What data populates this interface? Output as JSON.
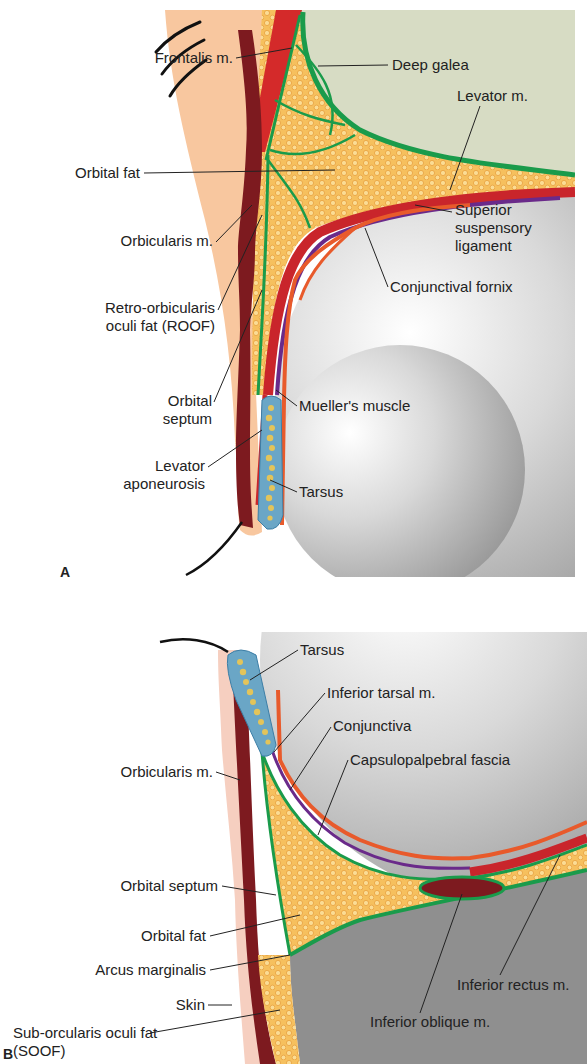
{
  "diagram": {
    "labels": [
      "Frontalis m.",
      "Deep galea",
      "Levator m.",
      "Orbital fat",
      "Superior suspensory ligament",
      "Orbicularis m.",
      "Conjunctival fornix",
      "Retro-orbicularis oculi fat (ROOF)",
      "Orbital septum",
      "Mueller's muscle",
      "Levator aponeurosis",
      "Tarsus",
      "A",
      "Tarsus",
      "Inferior tarsal m.",
      "Conjunctiva",
      "Orbicularis m.",
      "Capsulopalpebral fascia",
      "Orbital septum",
      "Orbital fat",
      "Arcus marginalis",
      "Inferior rectus m.",
      "Skin",
      "Inferior oblique m.",
      "Sub-orcularis oculi fat (SOOF)",
      "B"
    ]
  }
}
